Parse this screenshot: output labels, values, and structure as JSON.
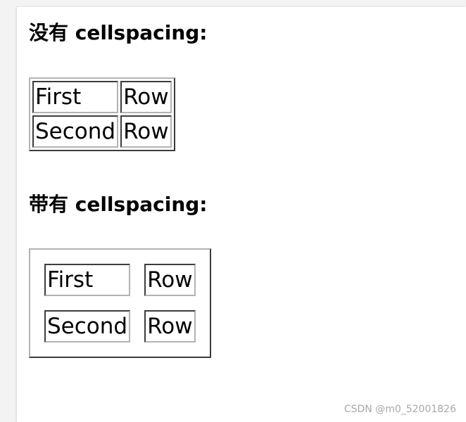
{
  "section_no_spacing": {
    "heading": "没有 cellspacing:",
    "rows": [
      [
        "First",
        "Row"
      ],
      [
        "Second",
        "Row"
      ]
    ]
  },
  "section_with_spacing": {
    "heading": "带有 cellspacing:",
    "rows": [
      [
        "First",
        "Row"
      ],
      [
        "Second",
        "Row"
      ]
    ]
  },
  "watermark": "CSDN @m0_52001826",
  "colors": {
    "page_background": "#ffffff",
    "side_gutter": "#f3f3f3",
    "border_light": "#b3b3b3",
    "border_dark": "#3c3c3c",
    "watermark_text": "#a8a8a8"
  }
}
